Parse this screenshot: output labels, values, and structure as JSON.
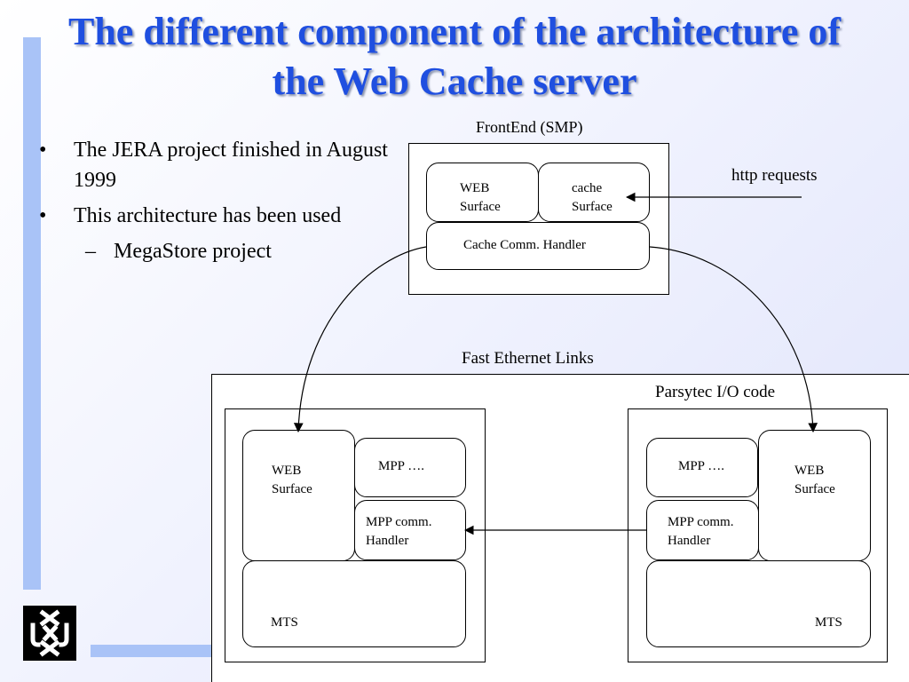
{
  "slide": {
    "title": "The different component of the architecture of the Web Cache server",
    "bullets": [
      {
        "level": 1,
        "marker": "•",
        "text": "The JERA project finished in August 1999"
      },
      {
        "level": 1,
        "marker": "•",
        "text": "This architecture has been used"
      },
      {
        "level": 2,
        "marker": "–",
        "text": "MegaStore project"
      }
    ]
  },
  "diagram": {
    "frontend": {
      "label": "FrontEnd (SMP)",
      "web_surface": "WEB\nSurface",
      "cache_surface": "cache\nSurface",
      "cache_comm_handler": "Cache Comm. Handler"
    },
    "http_requests": "http requests",
    "fast_ethernet": "Fast Ethernet Links",
    "parsytec": "Parsytec I/O code",
    "node_left": {
      "web_surface": "WEB\nSurface",
      "mpp": "MPP ….",
      "mpp_comm": "MPP comm.\nHandler",
      "mts": "MTS"
    },
    "node_right": {
      "web_surface": "WEB\nSurface",
      "mpp": "MPP ….",
      "mpp_comm": "MPP comm.\nHandler",
      "mts": "MTS"
    }
  }
}
